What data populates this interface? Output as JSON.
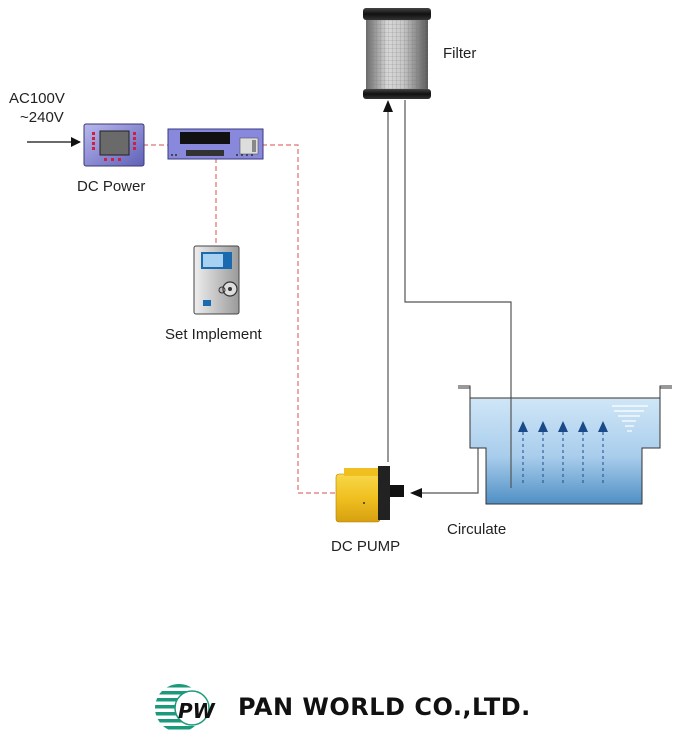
{
  "labels": {
    "ac_input": [
      "AC100V",
      "~240V"
    ],
    "dc_power": "DC Power",
    "set_implement": "Set Implement",
    "filter": "Filter",
    "dc_pump": "DC PUMP",
    "circulate": "Circulate"
  },
  "company": {
    "name": "PAN WORLD CO.,LTD.",
    "logo_letters": "PW",
    "logo_color": "#1a9a7a"
  },
  "colors": {
    "control_line": "#e07070",
    "pipe": "#555555",
    "tank_water": "#7fb8e0",
    "arrow_blue": "#1a4a8a",
    "pump_body": "#f0c020",
    "device_panel": "#8080d0"
  },
  "tank": {
    "airflow_arrow_count": 5
  }
}
